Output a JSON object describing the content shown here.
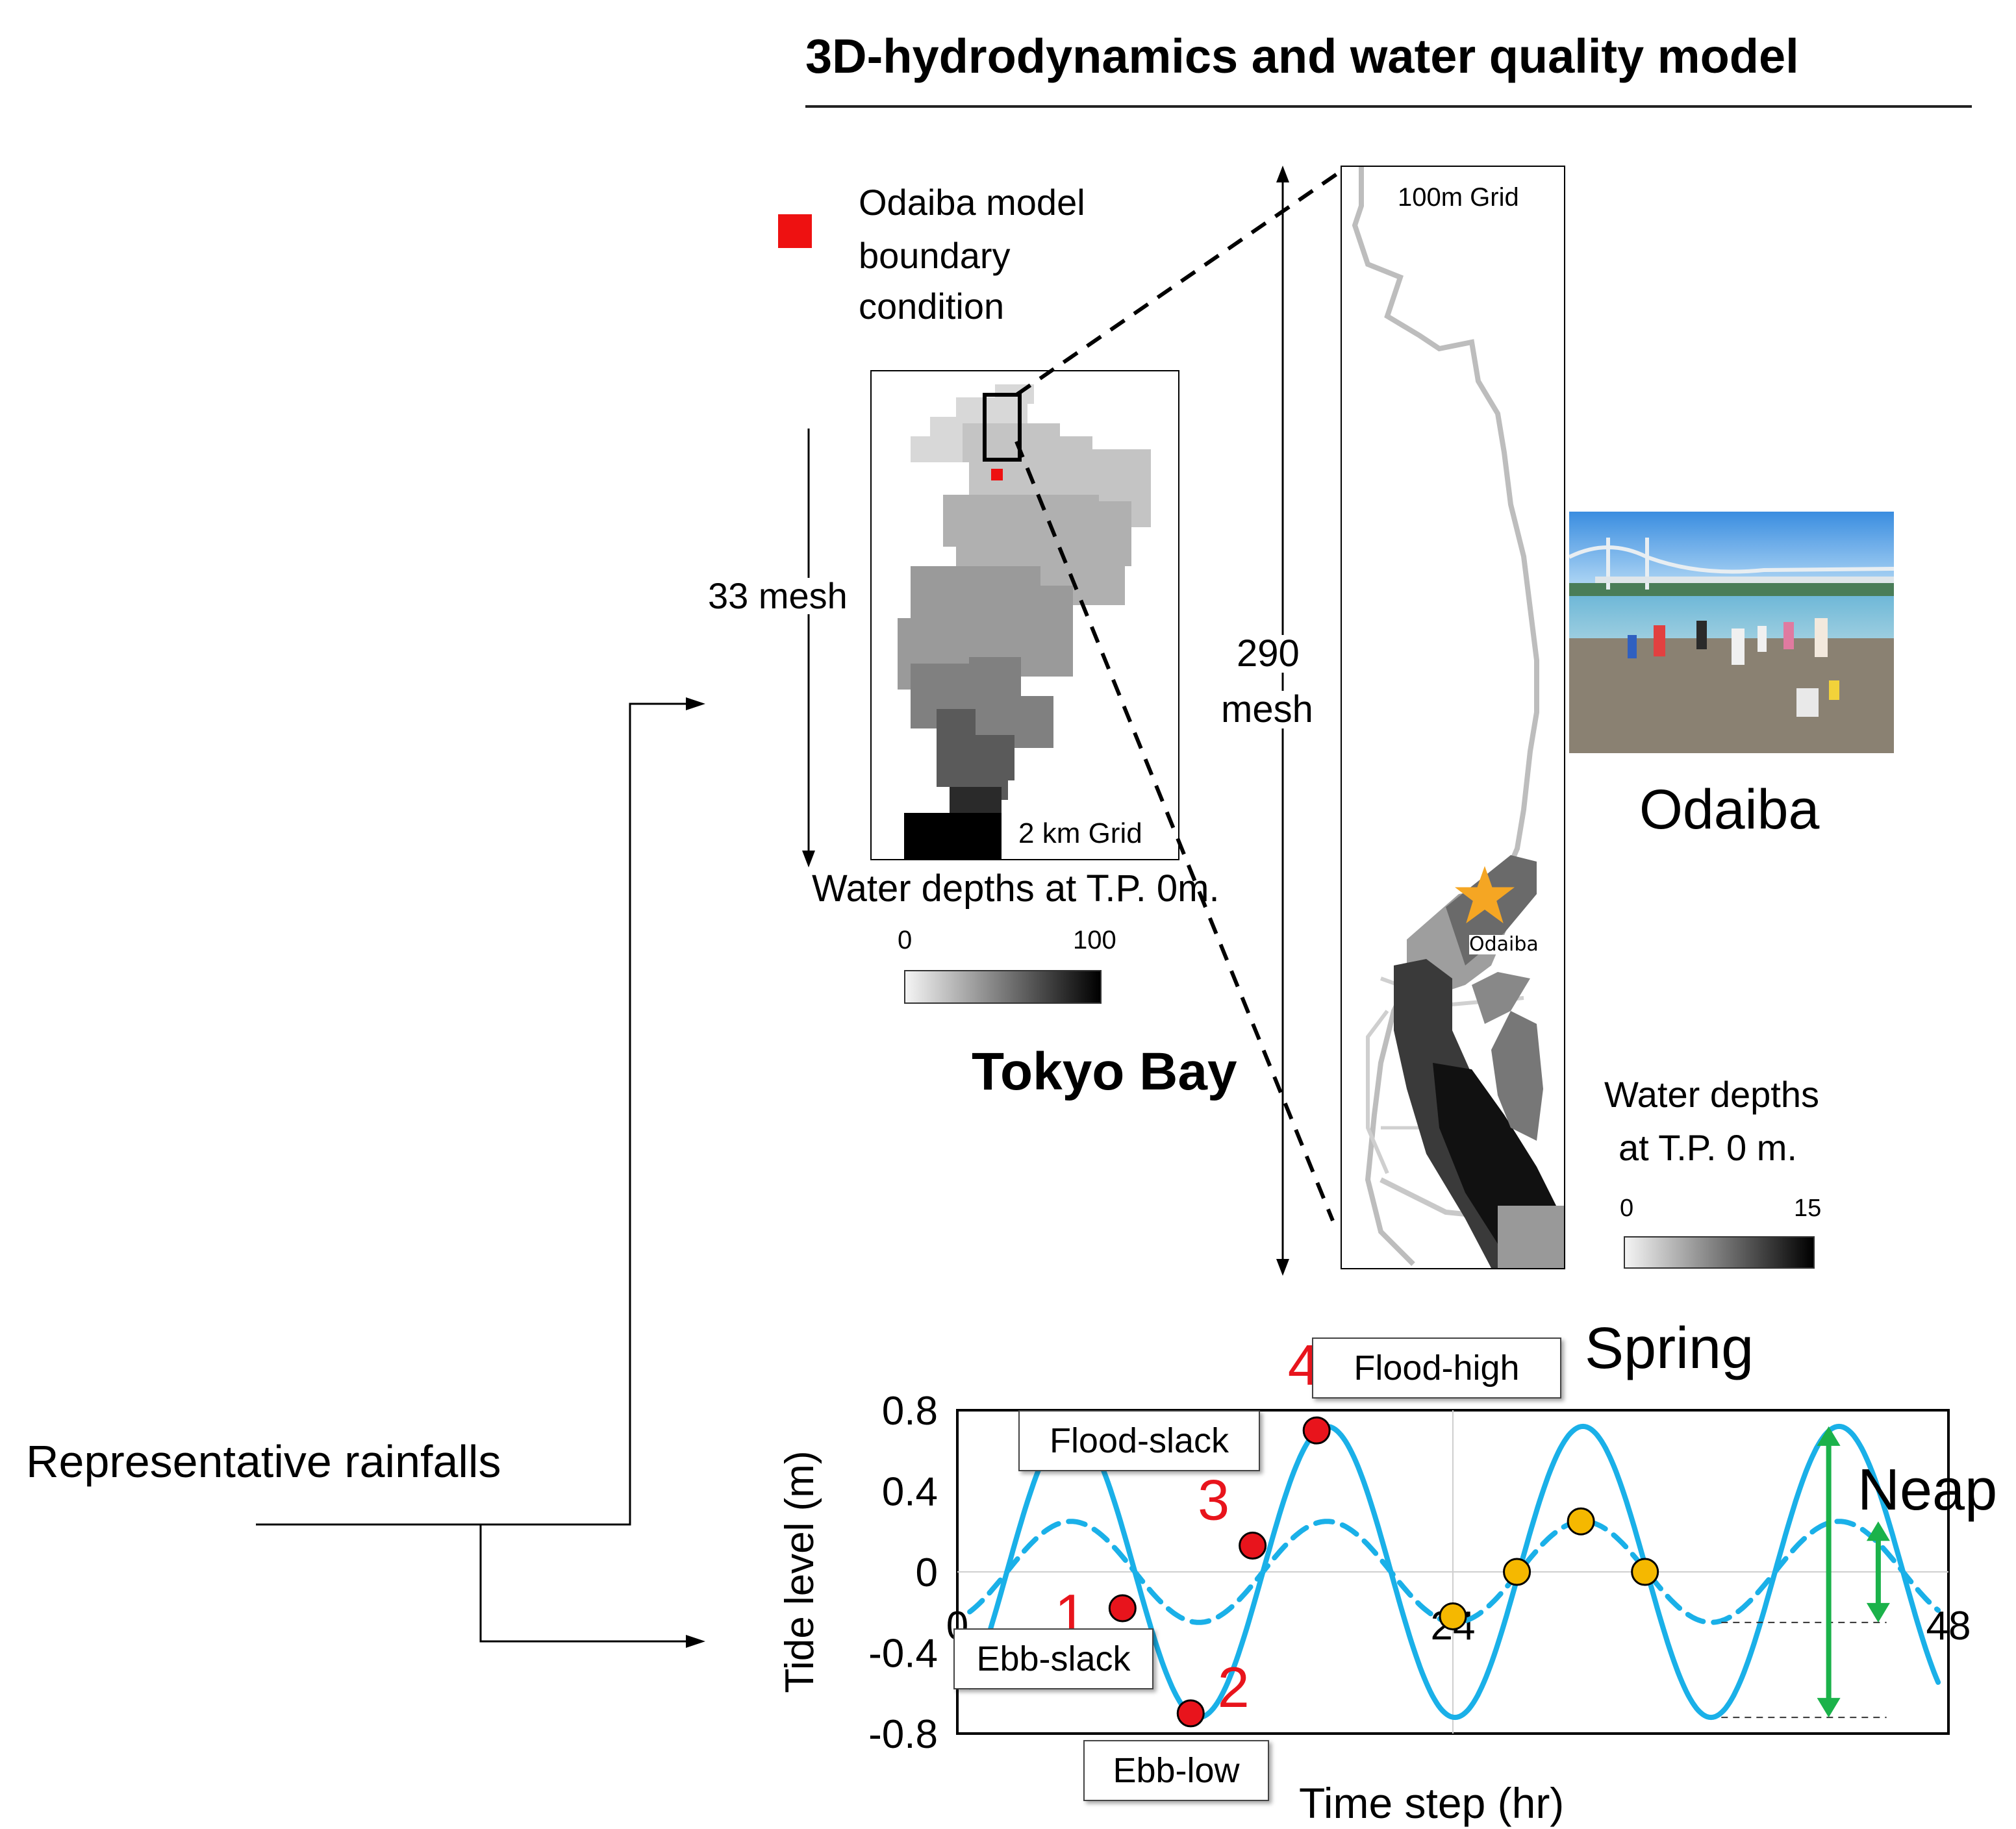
{
  "title": "3D-hydrodynamics and water quality model",
  "legend_boundary": {
    "label_lines": [
      "Odaiba model",
      "boundary",
      "condition"
    ],
    "marker_color": "#ee1111"
  },
  "tokyo_bay": {
    "name": "Tokyo Bay",
    "mesh_label": "33 mesh",
    "grid_label": "2 km Grid",
    "depth_title": "Water depths at T.P. 0m.",
    "scale_min": "0",
    "scale_max": "100"
  },
  "odaiba_model": {
    "grid_label": "100m Grid",
    "mesh_label_lines": [
      "290",
      "mesh"
    ],
    "star_label": "Odaiba",
    "star_color": "#f5a623",
    "depth_title_lines": [
      "Water depths",
      "at T.P. 0 m."
    ],
    "scale_min": "0",
    "scale_max": "15"
  },
  "photo": {
    "caption": "Odaiba"
  },
  "rainfall_label": "Representative rainfalls",
  "chart_labels": {
    "spring": "Spring",
    "neap": "Neap",
    "flood_high": "Flood-high",
    "flood_slack": "Flood-slack",
    "ebb_slack": "Ebb-slack",
    "ebb_low": "Ebb-low",
    "point_numbers": [
      "1",
      "2",
      "3",
      "4"
    ]
  },
  "chart_data": {
    "type": "line",
    "xlabel": "Time step (hr)",
    "ylabel": "Tide level (m)",
    "xlim": [
      0,
      48
    ],
    "ylim": [
      -0.8,
      0.8
    ],
    "xticks": [
      "0",
      "24",
      "48"
    ],
    "yticks": [
      "0.8",
      "0.4",
      "0",
      "-0.4",
      "-0.8"
    ],
    "series": [
      {
        "style": "solid",
        "amplitude": 0.72,
        "period_hr": 12.4,
        "color": "#1ab0e8"
      },
      {
        "style": "dashed",
        "amplitude": 0.25,
        "period_hr": 12.4,
        "color": "#1ab0e8"
      }
    ],
    "spring_points": [
      {
        "label": "1",
        "x": 8.0,
        "y": -0.18,
        "color": "#e8141c"
      },
      {
        "label": "2",
        "x": 11.3,
        "y": -0.7,
        "color": "#e8141c"
      },
      {
        "label": "3",
        "x": 14.3,
        "y": 0.13,
        "color": "#e8141c"
      },
      {
        "label": "4",
        "x": 17.4,
        "y": 0.7,
        "color": "#e8141c"
      }
    ],
    "neap_points": [
      {
        "x": 24.0,
        "y": -0.22,
        "color": "#f5b800"
      },
      {
        "x": 27.1,
        "y": 0.0,
        "color": "#f5b800"
      },
      {
        "x": 30.2,
        "y": 0.25,
        "color": "#f5b800"
      },
      {
        "x": 33.3,
        "y": 0.0,
        "color": "#f5b800"
      }
    ],
    "range_arrow_color": "#1bb24a"
  }
}
